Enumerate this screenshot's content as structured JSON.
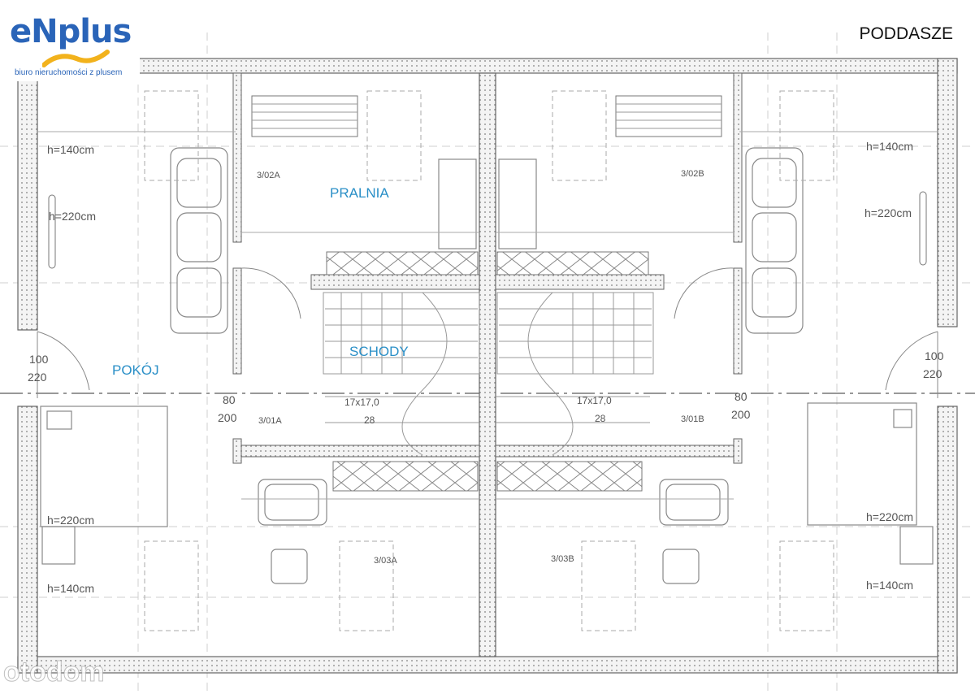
{
  "logo": {
    "brand_prefix": "e",
    "brand_rest": "Nplus",
    "tagline": "biuro nieruchomości z plusem",
    "colors": {
      "blue": "#2a64b8",
      "yellow": "#f2b21c"
    }
  },
  "floor_title": "PODDASZE",
  "rooms": {
    "laundry": "PRALNIA",
    "stairs": "SCHODY",
    "bedroom": "POKÓJ"
  },
  "annotations": {
    "h140_top_left": "h=140cm",
    "h220_left": "h=220cm",
    "h140_top_right": "h=140cm",
    "h220_right": "h=220cm",
    "h220_bottom_left": "h=220cm",
    "h140_bottom_left": "h=140cm",
    "h220_bottom_right": "h=220cm",
    "h140_bottom_right": "h=140cm",
    "door_left_top": "100",
    "door_left_bottom": "220",
    "door_right_top": "100",
    "door_right_bottom": "220",
    "door_center_left_top": "80",
    "door_center_left_bottom": "200",
    "door_center_right_top": "80",
    "door_center_right_bottom": "200",
    "room_3_02a": "3/02A",
    "room_3_02b": "3/02B",
    "room_3_01a": "3/01A",
    "room_3_01b": "3/01B",
    "room_3_03a": "3/03A",
    "room_3_03b": "3/03B",
    "stair_left": "17x17,0",
    "stair_right": "17x17,0",
    "stair_left_28": "28",
    "stair_right_28": "28"
  },
  "watermark": "otodom"
}
